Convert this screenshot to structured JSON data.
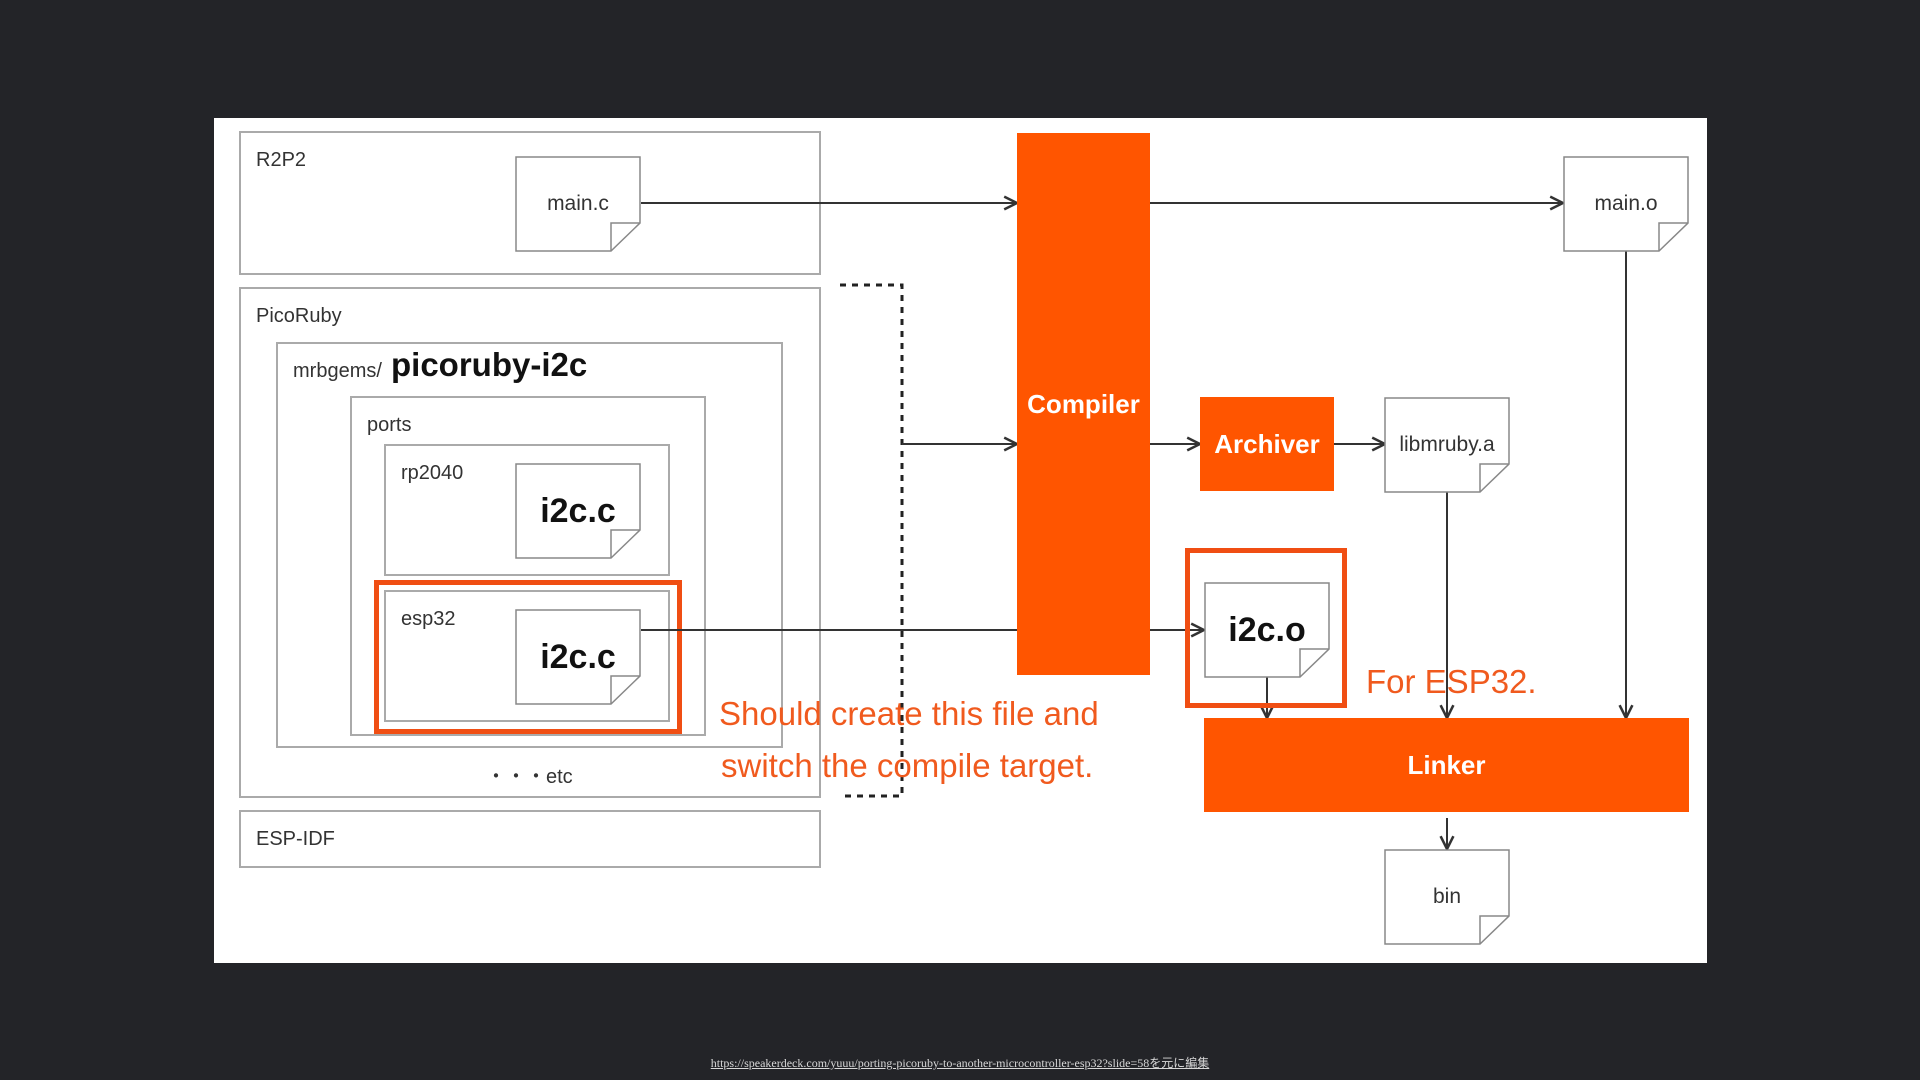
{
  "diagram": {
    "containers": {
      "r2p2": "R2P2",
      "picoruby": "PicoRuby",
      "mrbgems_prefix": "mrbgems/",
      "mrbgems_name": "picoruby-i2c",
      "ports": "ports",
      "rp2040": "rp2040",
      "esp32": "esp32",
      "etc": "・・・etc",
      "esp_idf": "ESP-IDF"
    },
    "files": {
      "main_c": "main.c",
      "rp2040_i2c": "i2c.c",
      "esp32_i2c": "i2c.c",
      "main_o": "main.o",
      "libmruby": "libmruby.a",
      "i2c_o": "i2c.o",
      "bin": "bin"
    },
    "processes": {
      "compiler": "Compiler",
      "archiver": "Archiver",
      "linker": "Linker"
    },
    "notes": {
      "should_line1": "Should create this file and",
      "should_line2": "switch the compile target.",
      "for_esp32": "For ESP32."
    },
    "colors": {
      "accent": "#ff5500",
      "note": "#f05a1e",
      "background": "#232428"
    }
  },
  "footer": {
    "source_link": "https://speakerdeck.com/yuuu/porting-picoruby-to-another-microcontroller-esp32?slide=58を元に編集"
  }
}
